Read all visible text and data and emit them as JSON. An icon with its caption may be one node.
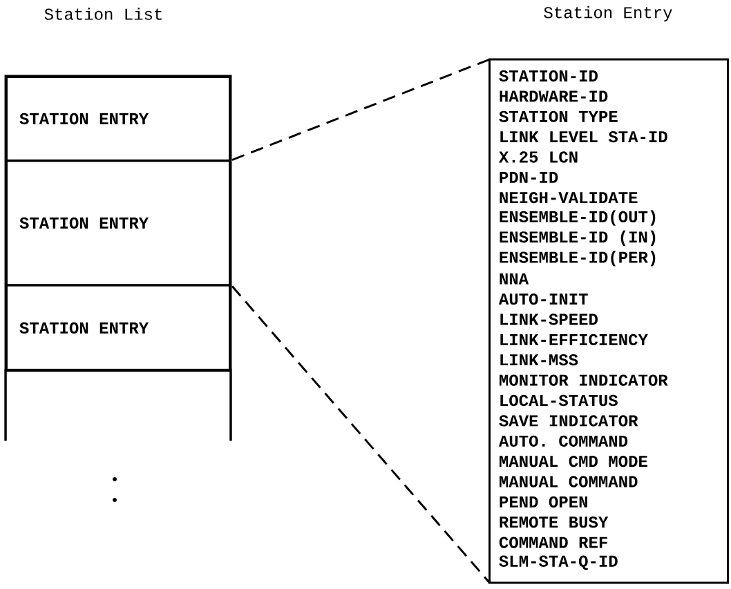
{
  "diagram": {
    "nodes": [
      {
        "text": [
          "Station List"
        ]
      },
      {
        "text": [
          "STATION ENTRY"
        ],
        "in": 0
      },
      {
        "text": [
          "STATION ENTRY"
        ],
        "in": 0
      },
      {
        "text": [
          "STATION ENTRY"
        ],
        "in": 0
      },
      {
        "text": [],
        "shape": "box",
        "in": 0
      },
      {
        "text": [
          "Station Entry",
          "STATION-ID",
          "HARDWARE-ID",
          "STATION TYPE",
          "LINK LEVEL STA-ID",
          "X.25 LCN",
          "PDN-ID",
          "NEIGH-VALIDATE",
          "ENSEMBLE-ID(OUT)",
          "ENSEMBLE-ID (IN)",
          "ENSEMBLE-ID(PER)",
          "NNA",
          "AUTO-INIT",
          "LINK-SPEED",
          "LINK-EFFICIENCY",
          "LINK-MSS",
          "MONITOR INDICATOR",
          "LOCAL-STATUS",
          "SAVE INDICATOR",
          "AUTO. COMMAND",
          "MANUAL CMD MODE",
          "MANUAL COMMAND",
          "PEND OPEN",
          "REMOTE BUSY",
          "COMMAND REF",
          "SLM-STA-Q-ID"
        ]
      }
    ],
    "edges": [
      {
        "from": 2,
        "to": 5,
        "arrow": "none",
        "style": "dashed"
      },
      {
        "from": 2,
        "to": 5,
        "arrow": "none",
        "style": "dashed"
      }
    ]
  }
}
